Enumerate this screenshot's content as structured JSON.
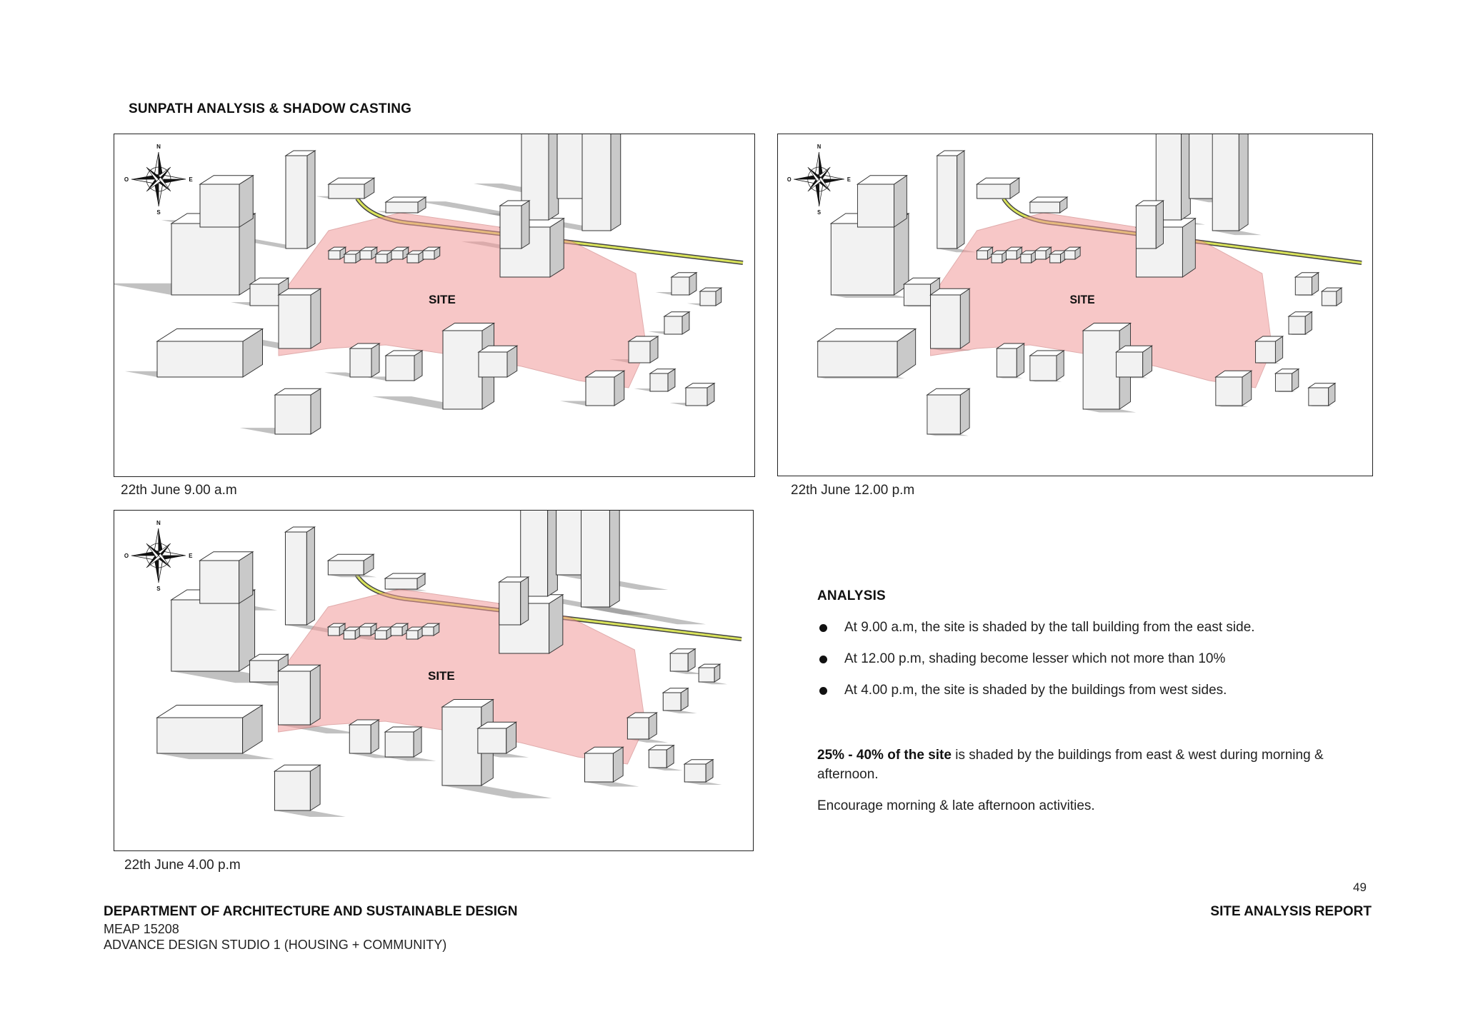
{
  "page": {
    "title": "SUNPATH ANALYSIS & SHADOW CASTING",
    "page_number": "49"
  },
  "figures": [
    {
      "caption": "22th June 9.00 a.m",
      "site_label": "SITE",
      "compass": {
        "n": "N",
        "s": "S",
        "e": "E",
        "w": "O"
      }
    },
    {
      "caption": "22th June 12.00 p.m",
      "site_label": "SITE",
      "compass": {
        "n": "N",
        "s": "S",
        "e": "E",
        "w": "O"
      }
    },
    {
      "caption": "22th June 4.00 p.m",
      "site_label": "SITE",
      "compass": {
        "n": "N",
        "s": "S",
        "e": "E",
        "w": "O"
      }
    }
  ],
  "analysis": {
    "title": "ANALYSIS",
    "bullets": [
      "At 9.00 a.m, the site is shaded by the tall building from the east side.",
      "At 12.00 p.m, shading become lesser which not more than 10%",
      "At 4.00 p.m, the site is shaded by the buildings from west sides."
    ],
    "highlight_bold": "25% - 40% of the site",
    "highlight_rest": " is shaded by the buildings from east & west during morning & afternoon.",
    "recommendation": "Encourage morning & late afternoon activities."
  },
  "footer": {
    "department": "DEPARTMENT OF ARCHITECTURE AND SUSTAINABLE DESIGN",
    "course_code": "MEAP 15208",
    "course_name": "ADVANCE DESIGN STUDIO 1 (HOUSING + COMMUNITY)",
    "report_title": "SITE ANALYSIS REPORT"
  },
  "colors": {
    "site_overlay": "#f29a9a",
    "shadow": "#8e8e8e",
    "building_face": "#f2f2f2",
    "railway": "#d9e35a"
  }
}
